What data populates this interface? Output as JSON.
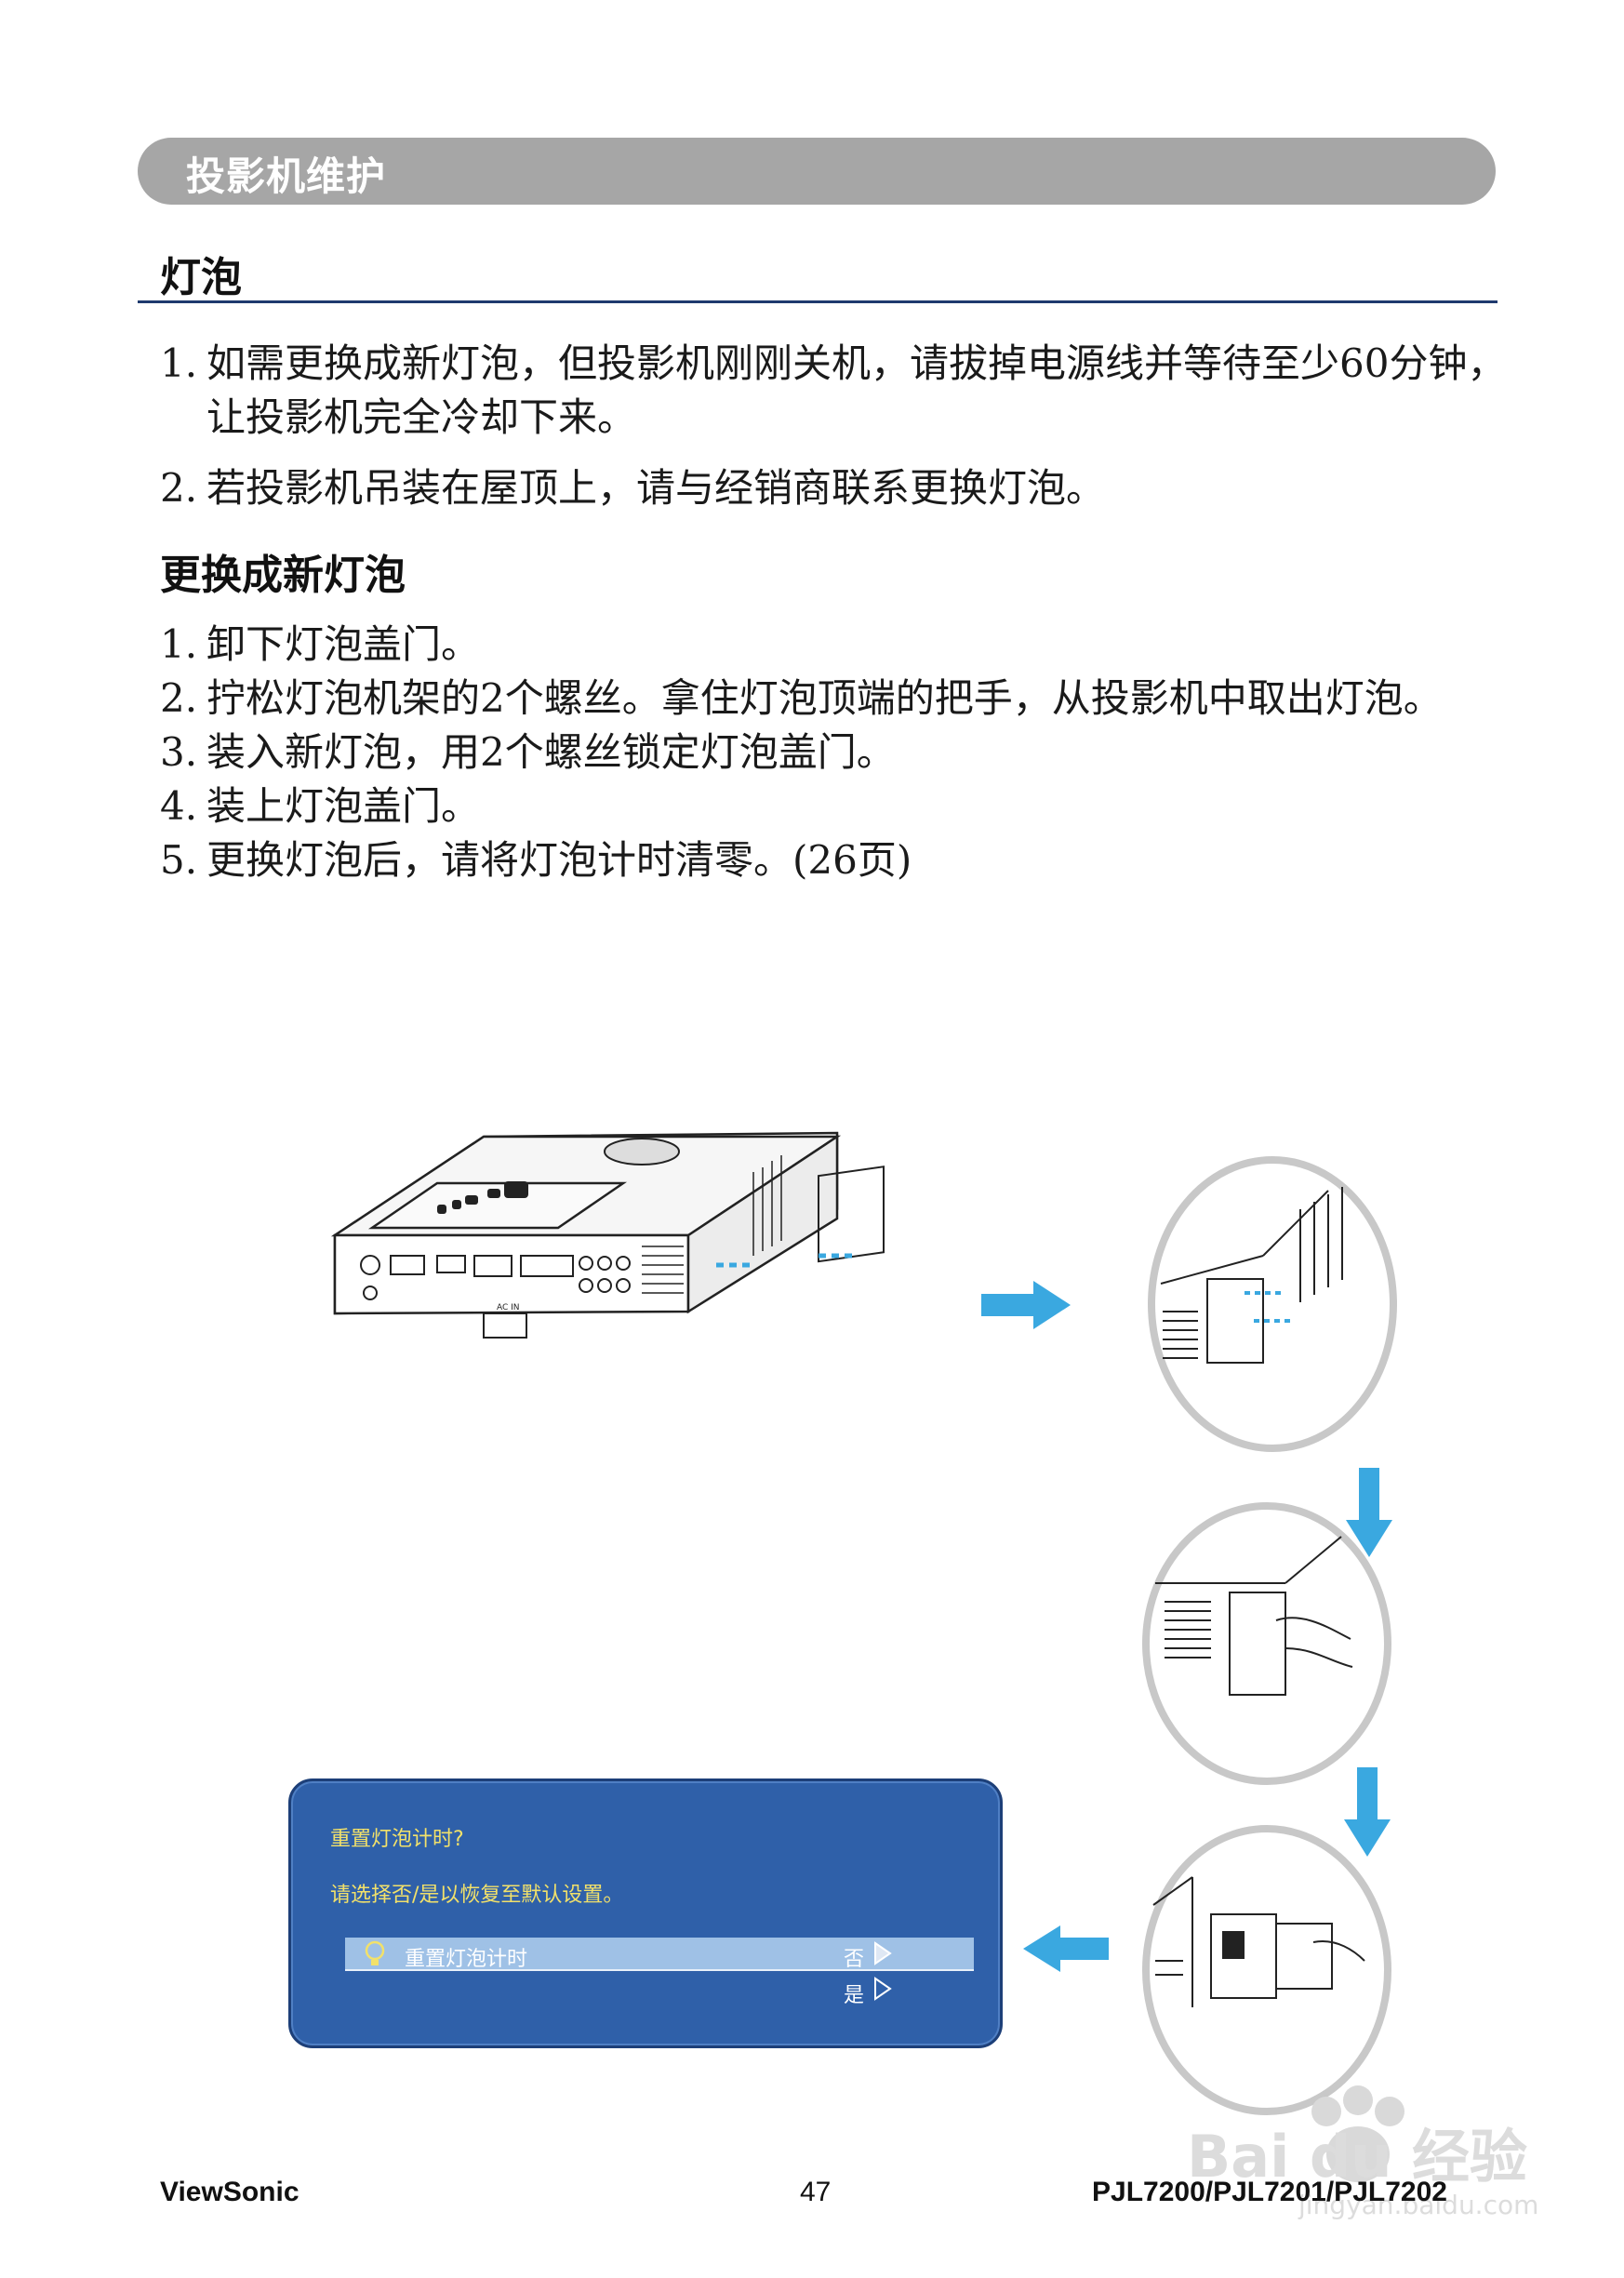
{
  "section": {
    "title": "投影机维护"
  },
  "heading1": "灯泡",
  "list1": [
    {
      "num": "1.",
      "text": "如需更换成新灯泡，但投影机刚刚关机，请拔掉电源线并等待至少60分钟，让投影机完全冷却下来。"
    },
    {
      "num": "2.",
      "text": "若投影机吊装在屋顶上，请与经销商联系更换灯泡。"
    }
  ],
  "heading2": "更换成新灯泡",
  "list2": [
    {
      "num": "1.",
      "text": "卸下灯泡盖门。"
    },
    {
      "num": "2.",
      "text": "拧松灯泡机架的2个螺丝。拿住灯泡顶端的把手，从投影机中取出灯泡。"
    },
    {
      "num": "3.",
      "text": "装入新灯泡，用2个螺丝锁定灯泡盖门。"
    },
    {
      "num": "4.",
      "text": "装上灯泡盖门。"
    },
    {
      "num": "5.",
      "text": "更换灯泡后，请将灯泡计时清零。(26页)"
    }
  ],
  "projector_labels": {
    "ac_in": "AC IN"
  },
  "dialog": {
    "title": "重置灯泡计时?",
    "prompt": "请选择否/是以恢复至默认设置。",
    "row_label": "重置灯泡计时",
    "option_no": "否",
    "option_yes": "是"
  },
  "watermark": {
    "brand": "Bai du 经验",
    "url": "jingyan.baidu.com"
  },
  "footer": {
    "brand": "ViewSonic",
    "page": "47",
    "model": "PJL7200/PJL7201/PJL7202"
  },
  "colors": {
    "arrow": "#3aa8e0",
    "dialog_bg": "#2f60a9",
    "dialog_text": "#f2e16a",
    "section_bar": "#a6a6a6",
    "rule": "#1f3a6e"
  }
}
